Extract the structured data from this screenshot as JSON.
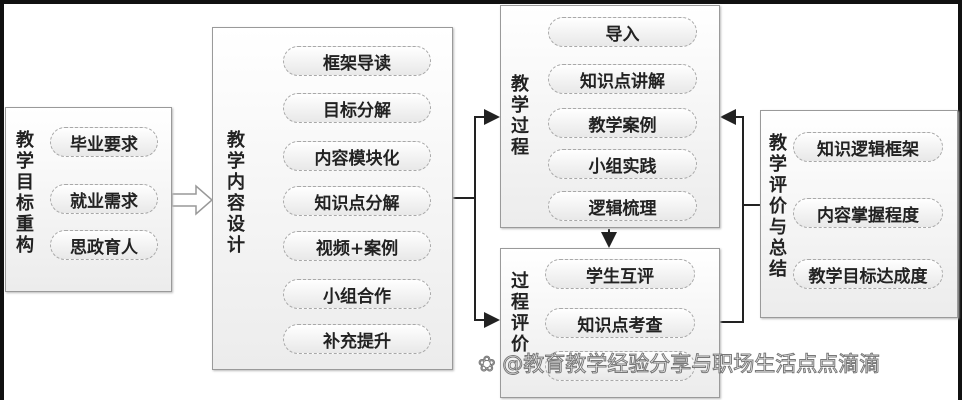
{
  "goal": {
    "label": "教学目标重构",
    "items": [
      "毕业要求",
      "就业需求",
      "思政育人"
    ]
  },
  "content": {
    "label": "教学内容设计",
    "items": [
      "框架导读",
      "目标分解",
      "内容模块化",
      "知识点分解",
      "视频+案例",
      "小组合作",
      "补充提升"
    ]
  },
  "process": {
    "label": "教学过程",
    "items": [
      "导入",
      "知识点讲解",
      "教学案例",
      "小组实践",
      "逻辑梳理"
    ]
  },
  "assessment": {
    "label": "过程评价",
    "items": [
      "学生互评",
      "知识点考查",
      ""
    ]
  },
  "evaluation": {
    "label": "教学评价与总结",
    "items": [
      "知识逻辑框架",
      "内容掌握程度",
      "教学目标达成度"
    ]
  },
  "watermark": "❀ @教育教学经验分享与职场生活点点滴滴"
}
